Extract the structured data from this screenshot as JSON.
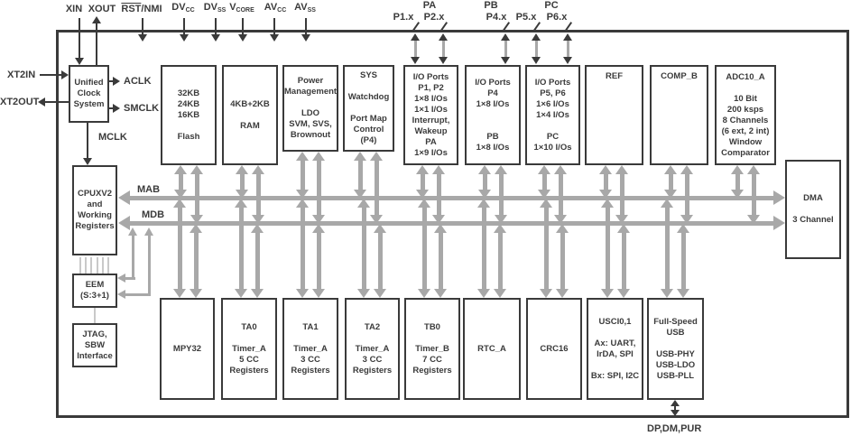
{
  "diagram": {
    "pins": {
      "xin": "XIN",
      "xout": "XOUT",
      "rst_over": "RST",
      "rst_rest": "/NMI",
      "dvcc_base": "DV",
      "dvcc_sub": "CC",
      "dvss_base": "DV",
      "dvss_sub": "SS",
      "vcore_base": "V",
      "vcore_sub": "CORE",
      "avcc_base": "AV",
      "avcc_sub": "CC",
      "avss_base": "AV",
      "avss_sub": "SS",
      "usb_pins": "DP,DM,PUR"
    },
    "ports": {
      "pa": "PA",
      "pb": "PB",
      "pc": "PC",
      "p1": "P1.x",
      "p2": "P2.x",
      "p4": "P4.x",
      "p5": "P5.x",
      "p6": "P6.x"
    },
    "clock": {
      "xt2in": "XT2IN",
      "xt2out": "XT2OUT",
      "aclk": "ACLK",
      "smclk": "SMCLK",
      "mclk": "MCLK"
    },
    "buses": {
      "mab": "MAB",
      "mdb": "MDB"
    },
    "blocks": {
      "ucs": {
        "lines": [
          "Unified",
          "Clock",
          "System"
        ]
      },
      "flash": {
        "lines": [
          "32KB",
          "24KB",
          "16KB",
          "",
          "Flash"
        ]
      },
      "ram": {
        "lines": [
          "4KB+2KB",
          "",
          "RAM"
        ]
      },
      "pmm": {
        "lines": [
          "Power",
          "Management",
          "",
          "LDO",
          "SVM, SVS,",
          "Brownout"
        ]
      },
      "sys": {
        "lines": [
          "SYS",
          "",
          "Watchdog",
          "",
          "Port Map",
          "Control",
          "(P4)"
        ]
      },
      "io12": {
        "lines": [
          "I/O Ports",
          "P1, P2",
          "1×8 I/Os",
          "1×1 I/Os",
          "Interrupt,",
          "Wakeup",
          "PA",
          "1×9 I/Os"
        ]
      },
      "io4": {
        "lines": [
          "I/O Ports",
          "P4",
          "1×8 I/Os",
          "",
          "",
          "PB",
          "1×8 I/Os"
        ]
      },
      "io56": {
        "lines": [
          "I/O Ports",
          "P5, P6",
          "1×6 I/Os",
          "1×4 I/Os",
          "",
          "PC",
          "1×10 I/Os"
        ]
      },
      "ref": {
        "lines": [
          "REF"
        ]
      },
      "compb": {
        "lines": [
          "COMP_B"
        ]
      },
      "adc": {
        "lines": [
          "ADC10_A",
          "",
          "10 Bit",
          "200 ksps",
          "8 Channels",
          "(6 ext, 2 int)",
          "Window",
          "Comparator"
        ]
      },
      "dma": {
        "lines": [
          "DMA",
          "",
          "3 Channel"
        ]
      },
      "cpu": {
        "lines": [
          "CPUXV2",
          "and",
          "Working",
          "Registers"
        ]
      },
      "eem": {
        "lines": [
          "EEM",
          "(S:3+1)"
        ]
      },
      "jtag": {
        "lines": [
          "JTAG,",
          "SBW",
          "Interface"
        ]
      },
      "mpy": {
        "lines": [
          "MPY32"
        ]
      },
      "ta0": {
        "lines": [
          "TA0",
          "",
          "Timer_A",
          "5 CC",
          "Registers"
        ]
      },
      "ta1": {
        "lines": [
          "TA1",
          "",
          "Timer_A",
          "3 CC",
          "Registers"
        ]
      },
      "ta2": {
        "lines": [
          "TA2",
          "",
          "Timer_A",
          "3 CC",
          "Registers"
        ]
      },
      "tb0": {
        "lines": [
          "TB0",
          "",
          "Timer_B",
          "7 CC",
          "Registers"
        ]
      },
      "rtc": {
        "lines": [
          "RTC_A"
        ]
      },
      "crc": {
        "lines": [
          "CRC16"
        ]
      },
      "usci": {
        "lines": [
          "USCI0,1",
          "",
          "Ax: UART,",
          "IrDA, SPI",
          "",
          "Bx: SPI, I2C"
        ]
      },
      "usb": {
        "lines": [
          "Full-Speed",
          "USB",
          "",
          "USB-PHY",
          "USB-LDO",
          "USB-PLL"
        ]
      }
    },
    "colors": {
      "dark": "#3a3a3a",
      "gray": "#a8a8a8",
      "light_gray": "#c9c9c9"
    }
  }
}
